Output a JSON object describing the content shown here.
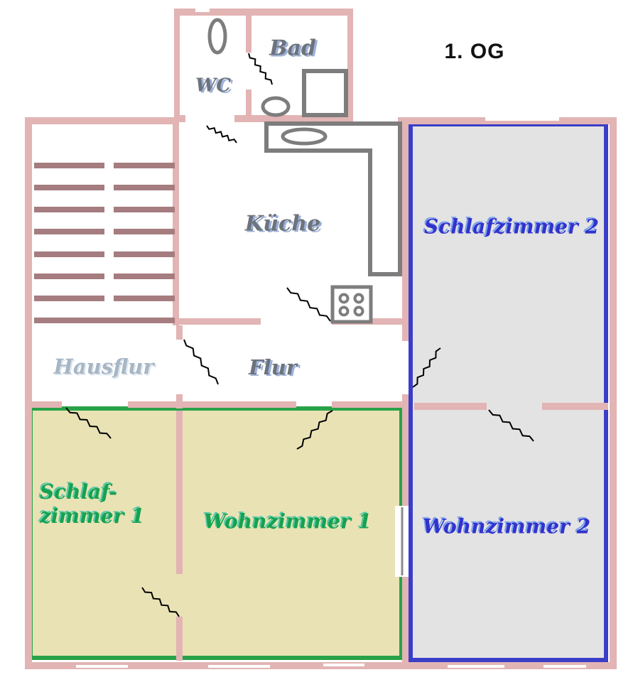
{
  "title": "1. OG",
  "rooms": {
    "wc": {
      "label": "WC"
    },
    "bad": {
      "label": "Bad"
    },
    "kueche": {
      "label": "Küche"
    },
    "hausflur": {
      "label": "Hausflur"
    },
    "flur": {
      "label": "Flur"
    },
    "schlafzimmer2": {
      "label": "Schlafzimmer 2"
    },
    "wohnzimmer2": {
      "label": "Wohnzimmer 2"
    },
    "schlafzimmer1": {
      "label_line1": "Schlaf-",
      "label_line2": "zimmer 1"
    },
    "wohnzimmer1": {
      "label": "Wohnzimmer 1"
    }
  },
  "colors": {
    "wall_pink": "#e2b4b4",
    "stair_mauve": "#a57c7f",
    "apartment1_fill": "#e9e2b5",
    "apartment1_border": "#28a248",
    "apartment2_fill": "#e4e3e3",
    "apartment2_border": "#3a3ec8",
    "fixture_gray": "#7d7d7d",
    "label_gray": "#6d737c",
    "label_gray_highlight": "#9db1d9",
    "label_lightgray": "#a7b6c4",
    "label_lightgray_highlight": "#dde6ee",
    "label_blue": "#3232cd",
    "label_blue_highlight": "#7aa3ea",
    "label_green": "#16a14f",
    "label_green_highlight": "#59c8a8",
    "title_color": "#111111",
    "door_mark": "#000000",
    "door_leaf_gray": "#8a8a8a"
  }
}
